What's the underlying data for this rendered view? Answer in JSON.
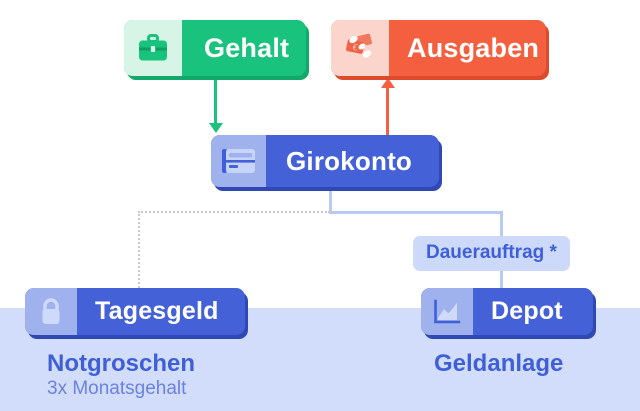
{
  "diagram": {
    "title_nodes": {
      "gehalt": {
        "label": "Gehalt",
        "icon": "briefcase-icon",
        "color": "#19c37d"
      },
      "ausgaben": {
        "label": "Ausgaben",
        "icon": "banknotes-coins-icon",
        "color": "#f4603f"
      },
      "girokonto": {
        "label": "Girokonto",
        "icon": "credit-card-icon",
        "color": "#4461d8"
      },
      "tagesgeld": {
        "label": "Tagesgeld",
        "icon": "padlock-icon",
        "color": "#4461d8"
      },
      "depot": {
        "label": "Depot",
        "icon": "area-chart-icon",
        "color": "#4461d8"
      }
    },
    "chip": {
      "label": "Dauerauftrag *",
      "color": "#3f5fd9",
      "background": "#cdd9fa"
    },
    "captions": {
      "left_title": "Notgroschen",
      "left_subtitle": "3x Monatsgehalt",
      "right_title": "Geldanlage"
    },
    "connectors": {
      "salary_to_account": "arrow-down-green",
      "account_to_expenses": "arrow-up-red",
      "account_to_depot": "solid-line-blue",
      "account_to_savings": "dotted-line-gray"
    },
    "palette": {
      "band": "#d2ddfb",
      "line": "#b9c9f4",
      "dotted": "#c9c9d2",
      "icon_panel_blue": "#9fb2ee",
      "icon_panel_green": "#d6f5e7",
      "icon_panel_red": "#fbd5cb"
    }
  }
}
